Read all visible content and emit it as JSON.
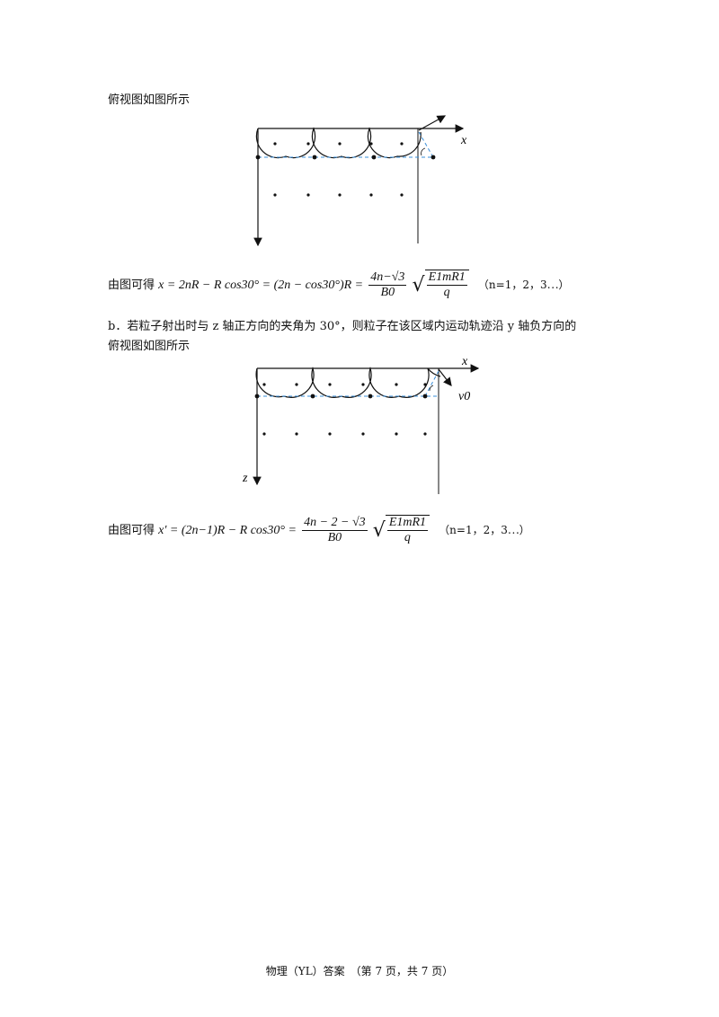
{
  "caption1": "俯视图如图所示",
  "fig1": {
    "x_label": "x"
  },
  "eq1": {
    "prefix": "由图可得",
    "lhs": "x = 2nR − R cos30° = (2n − cos30°)R =",
    "frac_num": "4n−√3",
    "frac_den": "B0",
    "sqrt_num": "E1mR1",
    "sqrt_den": "q",
    "cond": "（n=1，2，3⋯）"
  },
  "para_b": "b．若粒子射出时与 z 轴正方向的夹角为 30°，则粒子在该区域内运动轨迹沿 y 轴负方向的",
  "caption2": "俯视图如图所示",
  "fig2": {
    "x_label": "x",
    "z_label": "z",
    "v_label": "v0"
  },
  "eq2": {
    "prefix": "由图可得",
    "lhs": "x′ = (2n−1)R − R cos30° =",
    "frac_num": "4n − 2 − √3",
    "frac_den": "B0",
    "sqrt_num": "E1mR1",
    "sqrt_den": "q",
    "cond": "（n=1，2，3⋯）"
  },
  "footer": "物理（YL）答案　（第 7 页，共 7 页）"
}
